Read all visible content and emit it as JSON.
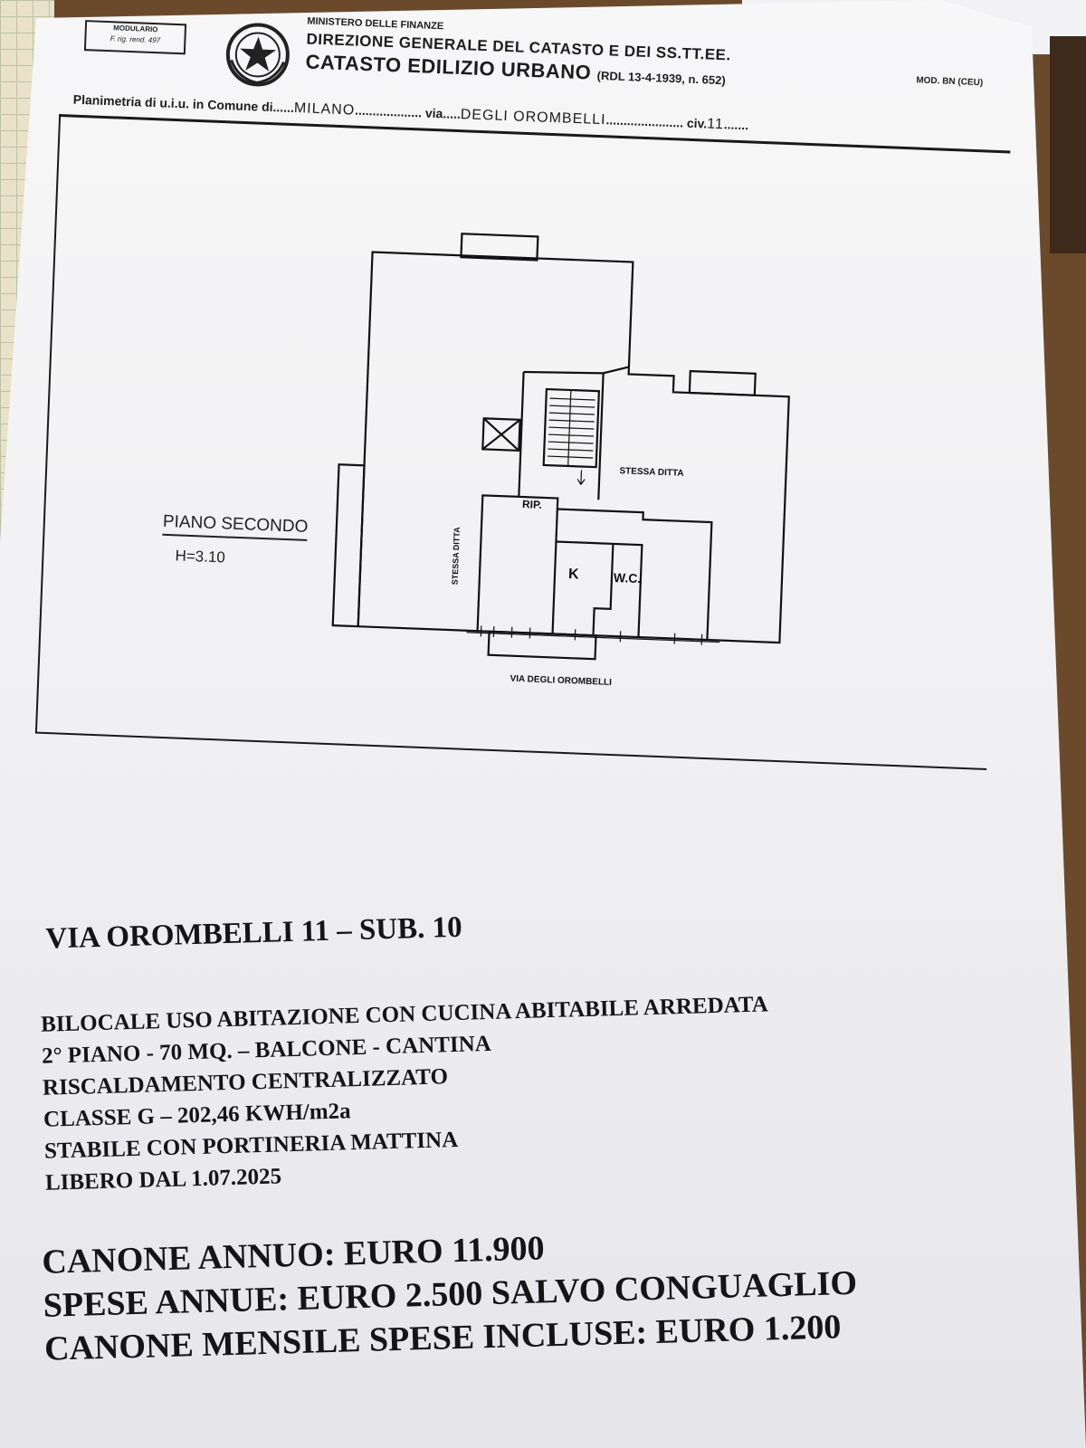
{
  "form": {
    "stamp": [
      "MODULARIO",
      "F. rig. rend. 497"
    ],
    "ministry": "MINISTERO DELLE FINANZE",
    "direction": "DIREZIONE GENERALE DEL CATASTO E DEI SS.TT.EE.",
    "registry": "CATASTO EDILIZIO URBANO",
    "registry_ref": "(RDL 13-4-1939, n. 652)",
    "model": "MOD. BN (CEU)",
    "plan_prefix": "Planimetria di u.i.u. in Comune di",
    "comune": "MILANO",
    "via_label": "via",
    "via_value": "DEGLI OROMBELLI",
    "civico_label": "civ.",
    "civico_value": "11"
  },
  "floorplan": {
    "floor_label": "PIANO SECONDO",
    "height_label": "H=3.10",
    "room_labels": [
      "STESSA DITTA",
      "STESSA DITTA",
      "RIP.",
      "K",
      "W.C."
    ],
    "street_label": "VIA DEGLI OROMBELLI"
  },
  "listing": {
    "address": "VIA OROMBELLI 11 – SUB. 10",
    "details": [
      "BILOCALE USO ABITAZIONE CON CUCINA ABITABILE ARREDATA",
      "2° PIANO - 70 MQ. – BALCONE - CANTINA",
      "RISCALDAMENTO CENTRALIZZATO",
      "CLASSE G – 202,46 KWH/m2a",
      "STABILE CON PORTINERIA MATTINA",
      "LIBERO DAL 1.07.2025"
    ],
    "prices": [
      "CANONE ANNUO: EURO 11.900",
      "SPESE ANNUE: EURO 2.500 SALVO CONGUAGLIO",
      "CANONE MENSILE SPESE INCLUSE: EURO 1.200"
    ]
  }
}
